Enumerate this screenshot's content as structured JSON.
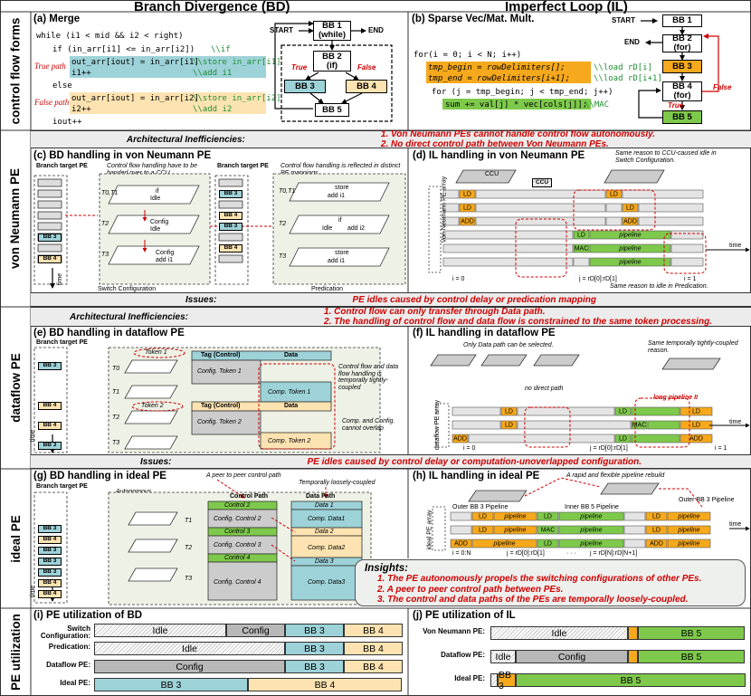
{
  "headers": {
    "bd": "Branch Divergence (BD)",
    "il": "Imperfect Loop (IL)"
  },
  "row_labels": {
    "cf": "control flow forms",
    "vn": "von Neumann PE",
    "df": "dataflow PE",
    "ideal": "ideal PE",
    "util": "PE utilization"
  },
  "a": {
    "title": "(a) Merge",
    "code": [
      "while (i1 < mid && i2 < right)",
      "if (in_arr[i1] <= in_arr[i2])",
      "out_arr[iout] = in_arr[i1]",
      "i1++",
      "else",
      "out_arr[iout] = in_arr[i2]",
      "i2++",
      "iout++"
    ],
    "comments": [
      "\\\\if",
      "\\\\store in_arr[i1]",
      "\\\\add i1",
      "\\\\store in_arr[i2]",
      "\\\\add i2"
    ],
    "true_path": "True path",
    "false_path": "False path",
    "start": "START",
    "end": "END",
    "bb1": "BB 1",
    "bb1s": "(while)",
    "bb2": "BB 2",
    "bb2s": "(if)",
    "bb3": "BB 3",
    "bb4": "BB 4",
    "bb5": "BB 5",
    "t": "True",
    "f": "False"
  },
  "b": {
    "title": "(b) Sparse Vec/Mat. Mult.",
    "code": [
      "for(i = 0; i < N; i++)",
      "tmp_begin = rowDelimiters[];",
      "tmp_end = rowDelimiters[i+1];",
      "for (j = tmp_begin; j < tmp_end; j++)",
      "sum += val[j] * vec[cols[j]];"
    ],
    "comments": [
      "\\\\load rD[i]",
      "\\\\load rD[i+1]",
      "\\\\MAC"
    ],
    "start": "START",
    "end": "END",
    "bb1": "BB 1",
    "bb2": "BB 2",
    "bb2s": "(for)",
    "bb3": "BB 3",
    "bb4": "BB 4",
    "bb4s": "(for)",
    "bb5": "BB 5",
    "t": "True",
    "f": "False"
  },
  "band1": {
    "title": "Architectural Inefficiencies:",
    "l1": "1. Von Neumann PEs cannot handle control flow autonomously.",
    "l2": "2. No direct control path between Von Neumann PEs."
  },
  "c": {
    "title": "(c) BD handling in von Neumann PE",
    "bt1": "Branch target PE",
    "bt2": "Branch target PE",
    "n1": "Control flow handling have to be handed over to a CCU.",
    "n2": "Control flow handling is reflected in distinct PE mappings",
    "t01": "T0,T1",
    "t2": "T2",
    "t3": "T3",
    "sw": "Switch Configuration",
    "pred": "Predication",
    "time": "time",
    "if": "if",
    "idle": "Idle",
    "config": "Config",
    "store": "store",
    "add1": "add i1",
    "add2": "add i2",
    "bb3": "BB 3",
    "bb4": "BB 4",
    "ccu": "CCU"
  },
  "d": {
    "title": "(d) IL handling in von Neumann PE",
    "n1": "Same reason to CCU-caused idle in Switch Configuration.",
    "n2": "Same reason to idle in Predication.",
    "ccu": "CCU",
    "ld": "LD",
    "add": "ADD",
    "mac": "MAC",
    "pipe": "pipeline",
    "arr": "Von Neumann PE array",
    "time": "time",
    "i0": "i = 0",
    "j": "j = rD[0]:rD[1]",
    "i1": "i = 1"
  },
  "issues1": {
    "title": "Issues:",
    "text": "PE idles caused by control delay or predication mapping"
  },
  "band2": {
    "title": "Architectural Inefficiencies:",
    "l1": "1. Control flow can only transfer through Data path.",
    "l2": "2. The handling of control flow and data flow is constrained to the same token processing."
  },
  "e": {
    "title": "(e) BD handling in dataflow PE",
    "bt": "Branch target PE",
    "tok1": "Token 1",
    "tok2": "Token 2",
    "tag": "Tag (Control)",
    "data": "Data",
    "ct1": "Config. Token 1",
    "ct2": "Config. Token 2",
    "cp1": "Comp. Token 1",
    "cp2": "Comp. Token 2",
    "t0": "T0",
    "t1": "T1",
    "t2": "T2",
    "t3": "T3",
    "n1": "Control flow and data flow handling is temporally tightly-coupled",
    "n2": "Comp. and Config. cannot overlap",
    "time": "time",
    "bb3": "BB 3",
    "bb4": "BB 4"
  },
  "f": {
    "title": "(f) IL handling in dataflow PE",
    "n1": "Only Data path can be selected.",
    "n2": "Same temporally tightly-coupled reason.",
    "nd": "no direct path",
    "lp": "long pipeline II",
    "arr": "dataflow PE array",
    "time": "time",
    "i0": "i = 0",
    "j": "j = rD[0]:rD[1]",
    "i1": "i = 1",
    "ld": "LD",
    "add": "ADD",
    "mac": "MAC"
  },
  "issues2": {
    "title": "Issues:",
    "text": "PE idles caused by control delay or computation-unoverlapped configuration."
  },
  "g": {
    "title": "(g) BD handling in ideal PE",
    "bt": "Branch target PE",
    "auto": "Autonomous",
    "p2p": "A peer to peer control path",
    "loose": "Temporally loosely-coupled",
    "cpath": "Control Path",
    "dpath": "Data Path",
    "c2": "Control 2",
    "c3": "Control 3",
    "c4": "Control 4",
    "cc2": "Config. Control 2",
    "cc3": "Config. Control 3",
    "cc4": "Config. Control 4",
    "d1": "Data 1",
    "d2": "Data 2",
    "d3": "Data 3",
    "cd1": "Comp. Data1",
    "cd2": "Comp. Data2",
    "cd3": "Comp. Data3",
    "t1": "T1",
    "t2": "T2",
    "t3": "T3",
    "time": "time",
    "bb3": "BB 3",
    "bb4": "BB 4"
  },
  "h": {
    "title": "(h) IL handling in ideal PE",
    "rapid": "A rapid and flexible pipeline rebuild",
    "o1": "Outer BB 3 Pipeline",
    "inner": "Inner BB 5 Pipeline",
    "o2": "Outer BB 3 Pipeline",
    "arr": "ideal PE array",
    "time": "time",
    "i0": "i = 0:N",
    "j0": "j = rD[0]:rD[1]",
    "jn": "j = rD[N]:rD[N+1]",
    "dots": "· · ·",
    "pipe": "pipeline",
    "ld": "LD",
    "add": "ADD",
    "mac": "MAC"
  },
  "insights": {
    "title": "Insights:",
    "l1": "1. The PE autonomously propels the switching configurations of other PEs.",
    "l2": "2. A peer to peer control path between PEs.",
    "l3": "3. The control and data paths of the PEs are temporally loosely-coupled."
  },
  "i": {
    "title": "(i) PE utilization of BD",
    "rows": [
      {
        "label": "Switch Configuration:",
        "segs": [
          {
            "t": "Idle",
            "c": "hatch",
            "w": 0.43
          },
          {
            "t": "Config",
            "c": "grey",
            "w": 0.19
          },
          {
            "t": "BB 3",
            "c": "teal",
            "w": 0.19
          },
          {
            "t": "BB 4",
            "c": "peach",
            "w": 0.19
          }
        ]
      },
      {
        "label": "Predication:",
        "segs": [
          {
            "t": "Idle",
            "c": "hatch",
            "w": 0.62
          },
          {
            "t": "BB 3",
            "c": "teal",
            "w": 0.19
          },
          {
            "t": "BB 4",
            "c": "peach",
            "w": 0.19
          }
        ]
      },
      {
        "label": "Dataflow PE:",
        "segs": [
          {
            "t": "Config",
            "c": "grey",
            "w": 0.62
          },
          {
            "t": "BB 3",
            "c": "teal",
            "w": 0.19
          },
          {
            "t": "BB 4",
            "c": "peach",
            "w": 0.19
          }
        ]
      },
      {
        "label": "Ideal PE:",
        "segs": [
          {
            "t": "BB 3",
            "c": "teal",
            "w": 0.5
          },
          {
            "t": "BB 4",
            "c": "peach",
            "w": 0.5
          }
        ]
      }
    ]
  },
  "j": {
    "title": "(j) PE utilization of IL",
    "rows": [
      {
        "label": "Von Neumann PE:",
        "segs": [
          {
            "t": "Idle",
            "c": "hatch",
            "w": 0.54
          },
          {
            "t": "",
            "c": "orange",
            "w": 0.04
          },
          {
            "t": "BB 5",
            "c": "green",
            "w": 0.42
          }
        ]
      },
      {
        "label": "Dataflow PE:",
        "segs": [
          {
            "t": "Idle",
            "c": "hatch",
            "w": 0.1
          },
          {
            "t": "Config",
            "c": "grey",
            "w": 0.44
          },
          {
            "t": "",
            "c": "orange",
            "w": 0.04
          },
          {
            "t": "BB 5",
            "c": "green",
            "w": 0.42
          }
        ]
      },
      {
        "label": "Ideal PE:",
        "segs": [
          {
            "t": "",
            "c": "hatch",
            "w": 0.03
          },
          {
            "t": "BB 3",
            "c": "orange",
            "w": 0.07
          },
          {
            "t": "BB 5",
            "c": "green",
            "w": 0.9
          }
        ]
      }
    ]
  },
  "colors": {
    "teal": "#9dd2d8",
    "peach": "#fde3b1",
    "orange": "#f6a91c",
    "green": "#7ec94b",
    "grey": "#b8b8b8",
    "red": "#d00000"
  }
}
